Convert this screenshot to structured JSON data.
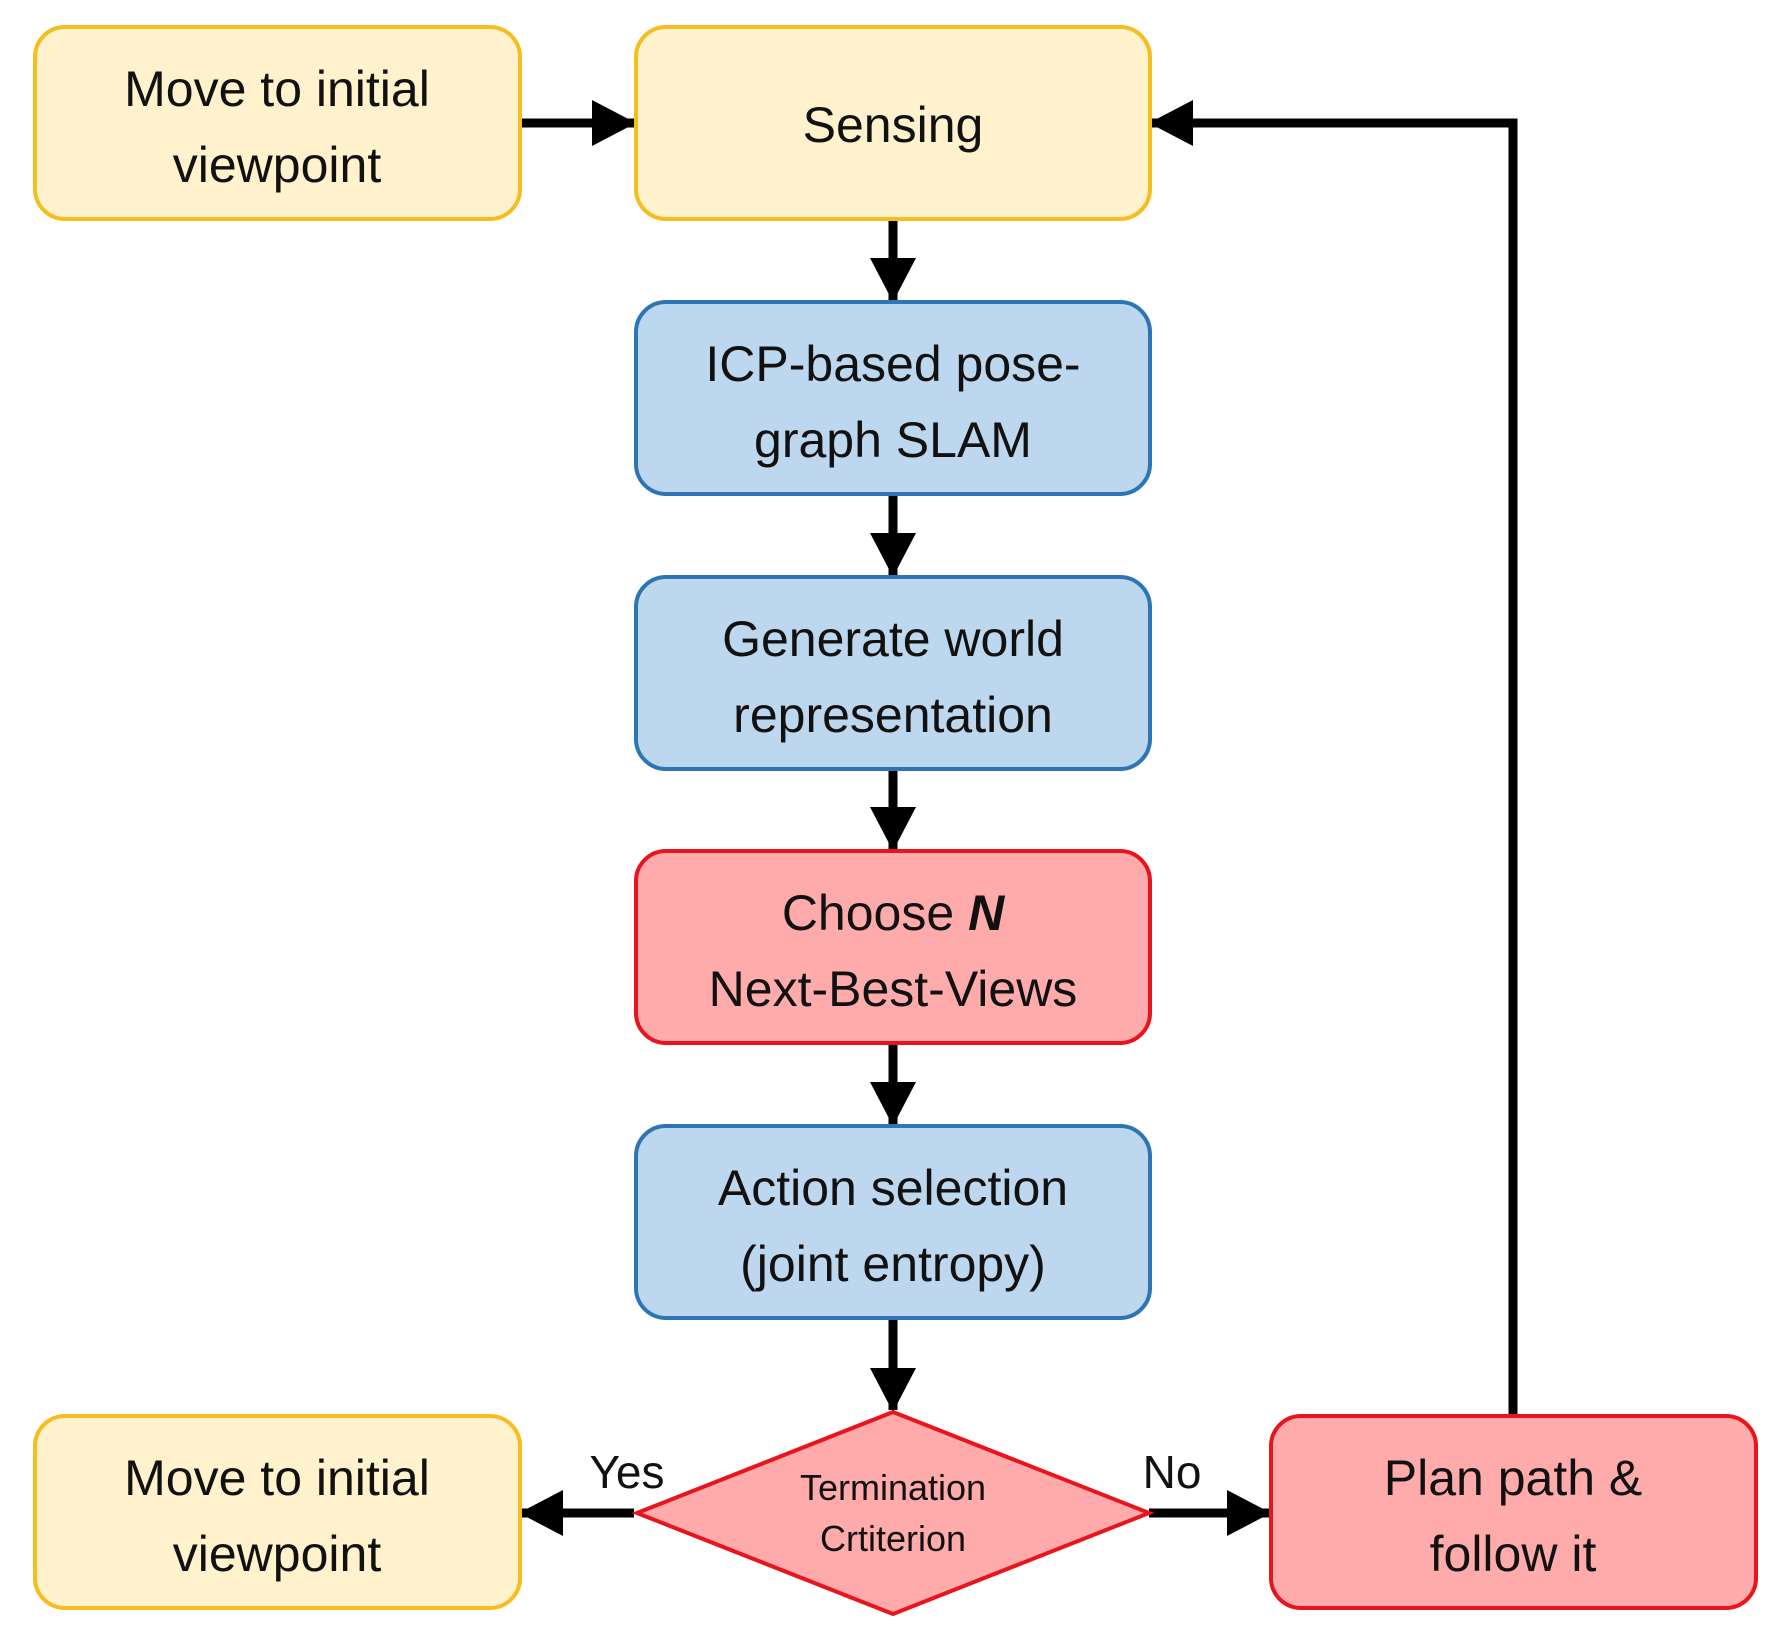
{
  "colors": {
    "yellow_fill": "#FFF2CC",
    "yellow_stroke": "#F5BE1E",
    "blue_fill": "#BDD7EE",
    "blue_stroke": "#2E75B6",
    "red_fill": "#FFABAB",
    "red_stroke": "#E8141E",
    "arrow": "#000000"
  },
  "nodes": {
    "move_initial_top": {
      "line1": "Move to initial",
      "line2": "viewpoint"
    },
    "sensing": {
      "line1": "Sensing"
    },
    "slam": {
      "line1": "ICP-based pose-",
      "line2": "graph SLAM"
    },
    "world_rep": {
      "line1": "Generate world",
      "line2": "representation"
    },
    "choose_nbv": {
      "line1_prefix": "Choose ",
      "line1_var": "N",
      "line2": "Next-Best-Views"
    },
    "action_selection": {
      "line1": "Action selection",
      "line2": "(joint entropy)"
    },
    "termination": {
      "line1": "Termination",
      "line2": "Crtiterion"
    },
    "move_initial_bottom": {
      "line1": "Move to initial",
      "line2": "viewpoint"
    },
    "plan_path": {
      "line1": "Plan path &",
      "line2": "follow it"
    }
  },
  "edges": {
    "yes_label": "Yes",
    "no_label": "No"
  }
}
